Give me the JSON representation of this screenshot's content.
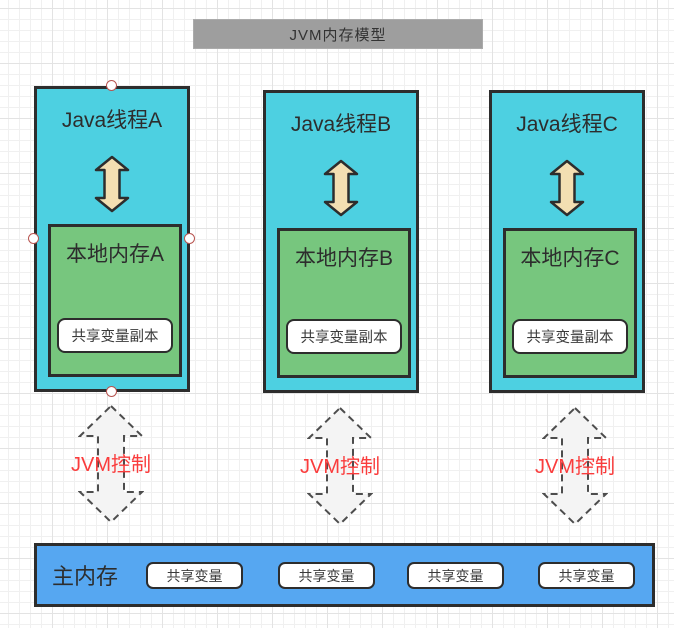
{
  "canvas": {
    "title": "JVM内存模型"
  },
  "columns": [
    {
      "thread_label": "Java线程A",
      "memory_label": "本地内存A",
      "copy_label": "共享变量副本",
      "control_label": "JVM控制"
    },
    {
      "thread_label": "Java线程B",
      "memory_label": "本地内存B",
      "copy_label": "共享变量副本",
      "control_label": "JVM控制"
    },
    {
      "thread_label": "Java线程C",
      "memory_label": "本地内存C",
      "copy_label": "共享变量副本",
      "control_label": "JVM控制"
    }
  ],
  "main_memory": {
    "label": "主内存",
    "vars": [
      "共享变量",
      "共享变量",
      "共享变量",
      "共享变量"
    ]
  },
  "colors": {
    "thread_box": "#4DD0E1",
    "local_memory_box": "#77C67E",
    "main_memory_bar": "#56A7F1",
    "arrow_fill": "#F3DFB2",
    "dashed_arrow_fill": "#F4F4F4",
    "control_text": "#FA3C3C",
    "title_bg": "#9E9E9E",
    "shape_border": "#2D2D2D",
    "handle_border": "#B85450"
  }
}
